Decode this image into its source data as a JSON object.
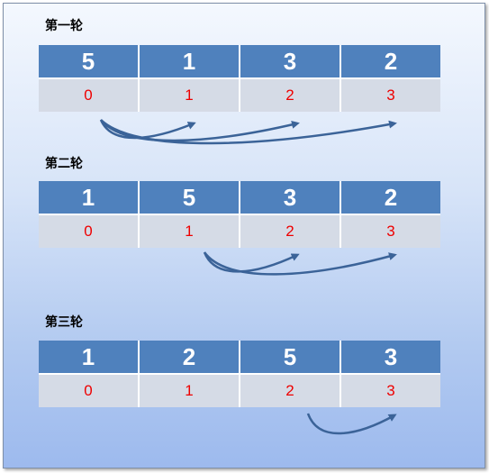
{
  "rounds": [
    {
      "label": "第一轮",
      "values": [
        "5",
        "1",
        "3",
        "2"
      ],
      "indices": [
        "0",
        "1",
        "2",
        "3"
      ],
      "arrows": [
        {
          "from": 0,
          "to": 1
        },
        {
          "from": 0,
          "to": 2
        },
        {
          "from": 0,
          "to": 3
        }
      ]
    },
    {
      "label": "第二轮",
      "values": [
        "1",
        "5",
        "3",
        "2"
      ],
      "indices": [
        "0",
        "1",
        "2",
        "3"
      ],
      "arrows": [
        {
          "from": 1,
          "to": 2
        },
        {
          "from": 1,
          "to": 3
        }
      ]
    },
    {
      "label": "第三轮",
      "values": [
        "1",
        "2",
        "5",
        "3"
      ],
      "indices": [
        "0",
        "1",
        "2",
        "3"
      ],
      "arrows": [
        {
          "from": 2,
          "to": 3
        }
      ]
    }
  ],
  "colors": {
    "value_cell": "#4f81bd",
    "index_cell": "#d5dbe6",
    "index_text": "#ee0000",
    "arrow": "#3b6398"
  }
}
